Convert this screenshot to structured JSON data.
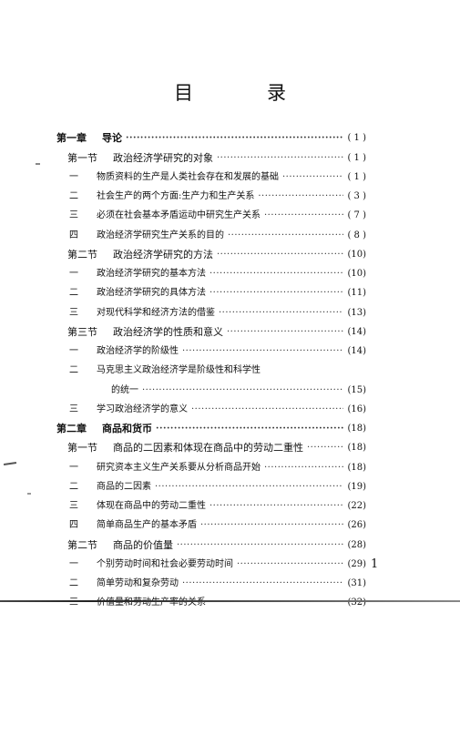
{
  "title": "目　录",
  "page_number": "1",
  "entries": [
    {
      "num": "第一章",
      "label": "导论",
      "page": "( 1 )"
    },
    {
      "num": "第一节",
      "label": "政治经济学研究的对象",
      "page": "( 1 )"
    },
    {
      "num": "一",
      "label": "物质资料的生产是人类社会存在和发展的基础",
      "page": "( 1 )"
    },
    {
      "num": "二",
      "label": "社会生产的两个方面:生产力和生产关系",
      "page": "( 3 )"
    },
    {
      "num": "三",
      "label": "必须在社会基本矛盾运动中研究生产关系",
      "page": "( 7 )"
    },
    {
      "num": "四",
      "label": "政治经济学研究生产关系的目的",
      "page": "( 8 )"
    },
    {
      "num": "第二节",
      "label": "政治经济学研究的方法",
      "page": "(10)"
    },
    {
      "num": "一",
      "label": "政治经济学研究的基本方法",
      "page": "(10)"
    },
    {
      "num": "二",
      "label": "政治经济学研究的具体方法",
      "page": "(11)"
    },
    {
      "num": "三",
      "label": "对现代科学和经济方法的借鉴",
      "page": "(13)"
    },
    {
      "num": "第三节",
      "label": "政治经济学的性质和意义",
      "page": "(14)"
    },
    {
      "num": "一",
      "label": "政治经济学的阶级性",
      "page": "(14)"
    },
    {
      "num": "二",
      "label": "马克思主义政治经济学是阶级性和科学性",
      "page": ""
    },
    {
      "num": "",
      "label": "的统一",
      "page": "(15)"
    },
    {
      "num": "三",
      "label": "学习政治经济学的意义",
      "page": "(16)"
    },
    {
      "num": "第二章",
      "label": "商品和货币",
      "page": "(18)"
    },
    {
      "num": "第一节",
      "label": "商品的二因素和体现在商品中的劳动二重性",
      "page": "(18)"
    },
    {
      "num": "一",
      "label": "研究资本主义生产关系要从分析商品开始",
      "page": "(18)"
    },
    {
      "num": "二",
      "label": "商品的二因素",
      "page": "(19)"
    },
    {
      "num": "三",
      "label": "体现在商品中的劳动二重性",
      "page": "(22)"
    },
    {
      "num": "四",
      "label": "简单商品生产的基本矛盾",
      "page": "(26)"
    },
    {
      "num": "第二节",
      "label": "商品的价值量",
      "page": "(28)"
    },
    {
      "num": "一",
      "label": "个别劳动时间和社会必要劳动时间",
      "page": "(29)"
    },
    {
      "num": "二",
      "label": "简单劳动和复杂劳动",
      "page": "(31)"
    },
    {
      "num": "三",
      "label": "价值量和劳动生产率的关系",
      "page": "(32)"
    }
  ]
}
